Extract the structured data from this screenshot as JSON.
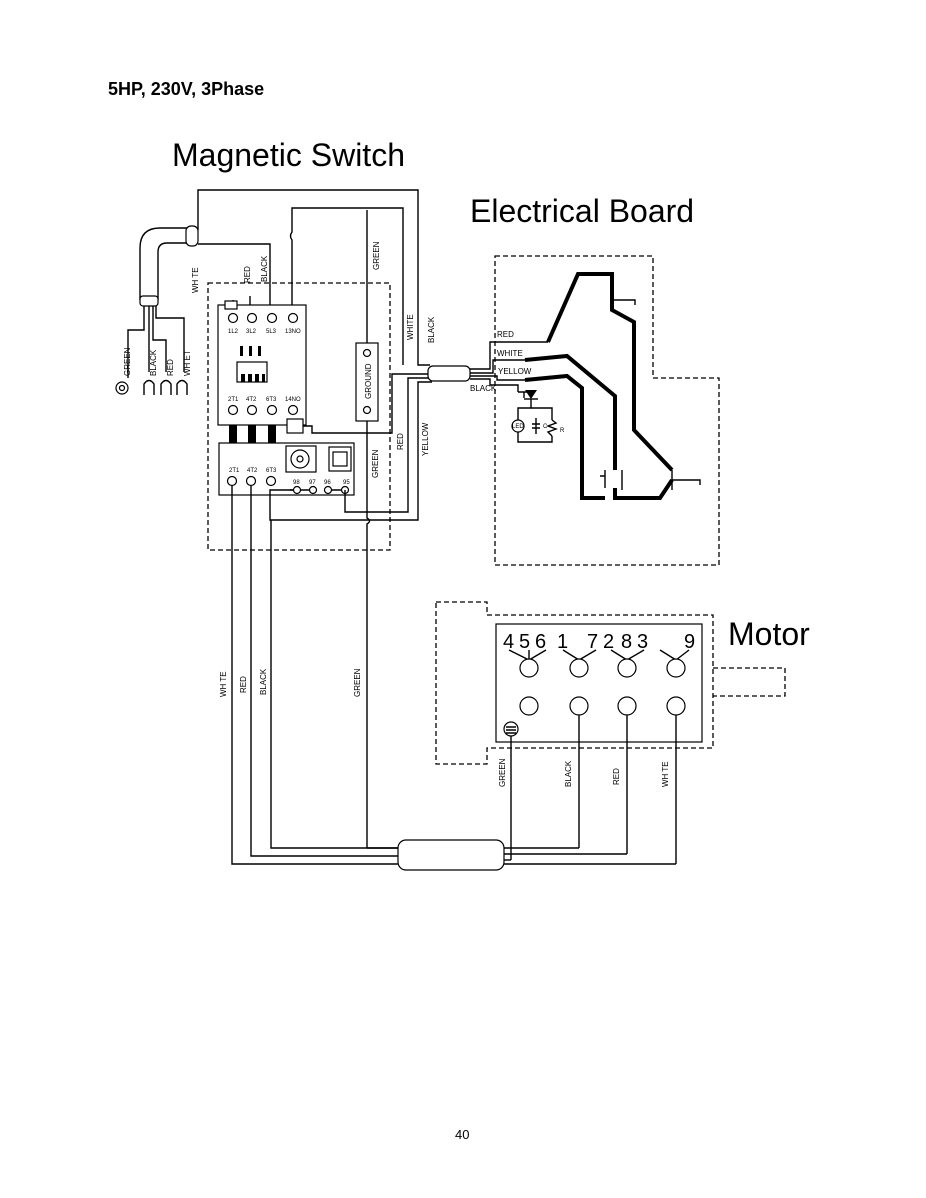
{
  "page": {
    "heading": "5HP, 230V, 3Phase",
    "page_number": "40"
  },
  "sections": {
    "magnetic_switch": "Magnetic Switch",
    "electrical_board": "Electrical Board",
    "motor": "Motor"
  },
  "cord_labels": {
    "green": "GREEN",
    "black": "BLACK",
    "red": "RED",
    "white": "WH ET"
  },
  "switch_labels": {
    "white_left": "WH TE",
    "red": "RED",
    "black": "BLACK",
    "green_top": "GREEN",
    "white_v": "WHITE",
    "black_v": "BLACK",
    "ground": "GROUND",
    "green_mid": "GREEN",
    "red_mid": "RED",
    "yellow": "YELLOW"
  },
  "terminals": {
    "top": [
      "1L2",
      "3L2",
      "5L3",
      "13NO"
    ],
    "mid": [
      "2T1",
      "4T2",
      "6T3",
      "14NO"
    ],
    "overload": [
      "2T1",
      "4T2",
      "6T3"
    ],
    "aux": [
      "98",
      "97",
      "96",
      "95"
    ]
  },
  "board_labels": {
    "red": "RED",
    "white": "WHITE",
    "yellow": "YELLOW",
    "black": "BLACK",
    "led": "LED",
    "cap": "C",
    "res": "R"
  },
  "motor_terminals": [
    "4",
    "5",
    "6",
    "1",
    "7",
    "2",
    "8",
    "3",
    "9"
  ],
  "lower_labels": {
    "white": "WH TE",
    "red": "RED",
    "black": "BLACK",
    "green": "GREEN"
  },
  "motor_labels": {
    "green": "GREEN",
    "black": "BLACK",
    "red": "RED",
    "white": "WH TE"
  }
}
